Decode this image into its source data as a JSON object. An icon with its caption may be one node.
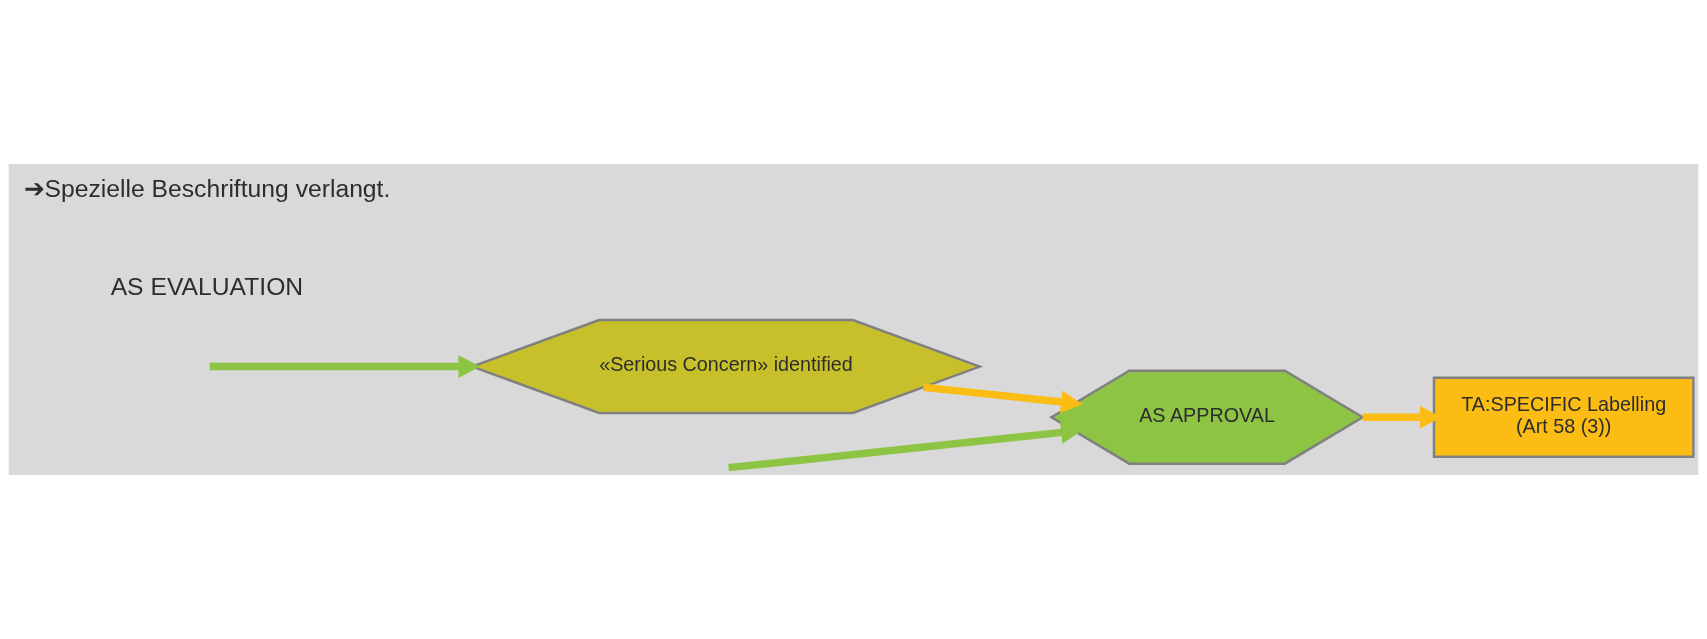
{
  "diagram": {
    "nodes": [
      {
        "text": [
          "AS APPROVAL"
        ]
      },
      {
        "text": [
          "«Serious Concern» identified"
        ]
      },
      {
        "text": [
          "TA:SPECIFIC Labelling",
          "(Art 58 (3))"
        ]
      }
    ],
    "edges": [
      {
        "from": null,
        "to": 0,
        "arrow": "to",
        "color": "#8dc444"
      },
      {
        "from": null,
        "to": 1,
        "arrow": "to",
        "color": "#8dc444"
      },
      {
        "from": 1,
        "to": 0,
        "arrow": "to",
        "color": "#fbbd14"
      },
      {
        "from": 0,
        "to": 2,
        "arrow": "to",
        "color": "#fbbd14"
      }
    ],
    "labels": [
      "AS EVALUATION",
      "➔Spezielle Beschriftung verlangt."
    ]
  }
}
